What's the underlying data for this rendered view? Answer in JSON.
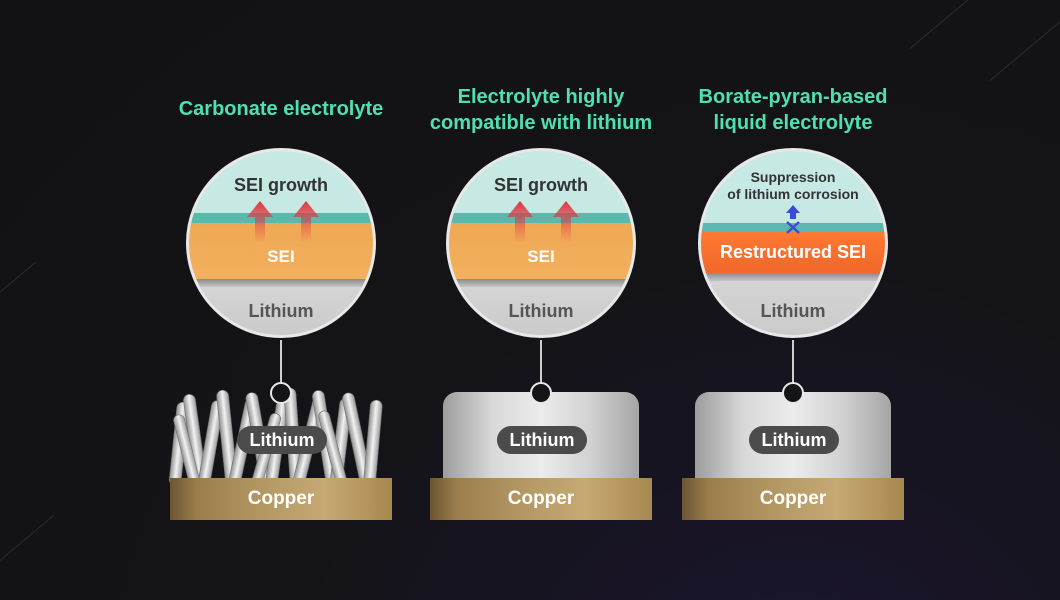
{
  "panels": [
    {
      "title_lines": [
        "Carbonate electrolyte"
      ],
      "circle": {
        "top_label": "SEI growth",
        "middle_label": "SEI",
        "bottom_label": "Lithium"
      },
      "block_label": "Lithium",
      "base_label": "Copper"
    },
    {
      "title_lines": [
        "Electrolyte highly",
        "compatible with lithium"
      ],
      "circle": {
        "top_label": "SEI growth",
        "middle_label": "SEI",
        "bottom_label": "Lithium"
      },
      "block_label": "Lithium",
      "base_label": "Copper"
    },
    {
      "title_lines": [
        "Borate-pyran-based",
        "liquid electrolyte"
      ],
      "circle": {
        "top_label_lines": [
          "Suppression",
          "of lithium corrosion"
        ],
        "middle_label": "Restructured SEI",
        "bottom_label": "Lithium"
      },
      "block_label": "Lithium",
      "base_label": "Copper"
    }
  ],
  "colors": {
    "title": "#4fe0b0",
    "sei": "#f2b05d",
    "restructured_sei": "#f36d2d",
    "growth_arrow": "#e0323a",
    "suppression_arrow": "#3a4bd6",
    "copper": "#b69a66"
  },
  "icons": [
    "growth-arrow-icon",
    "suppression-arrow-icon",
    "connector-node-icon"
  ]
}
